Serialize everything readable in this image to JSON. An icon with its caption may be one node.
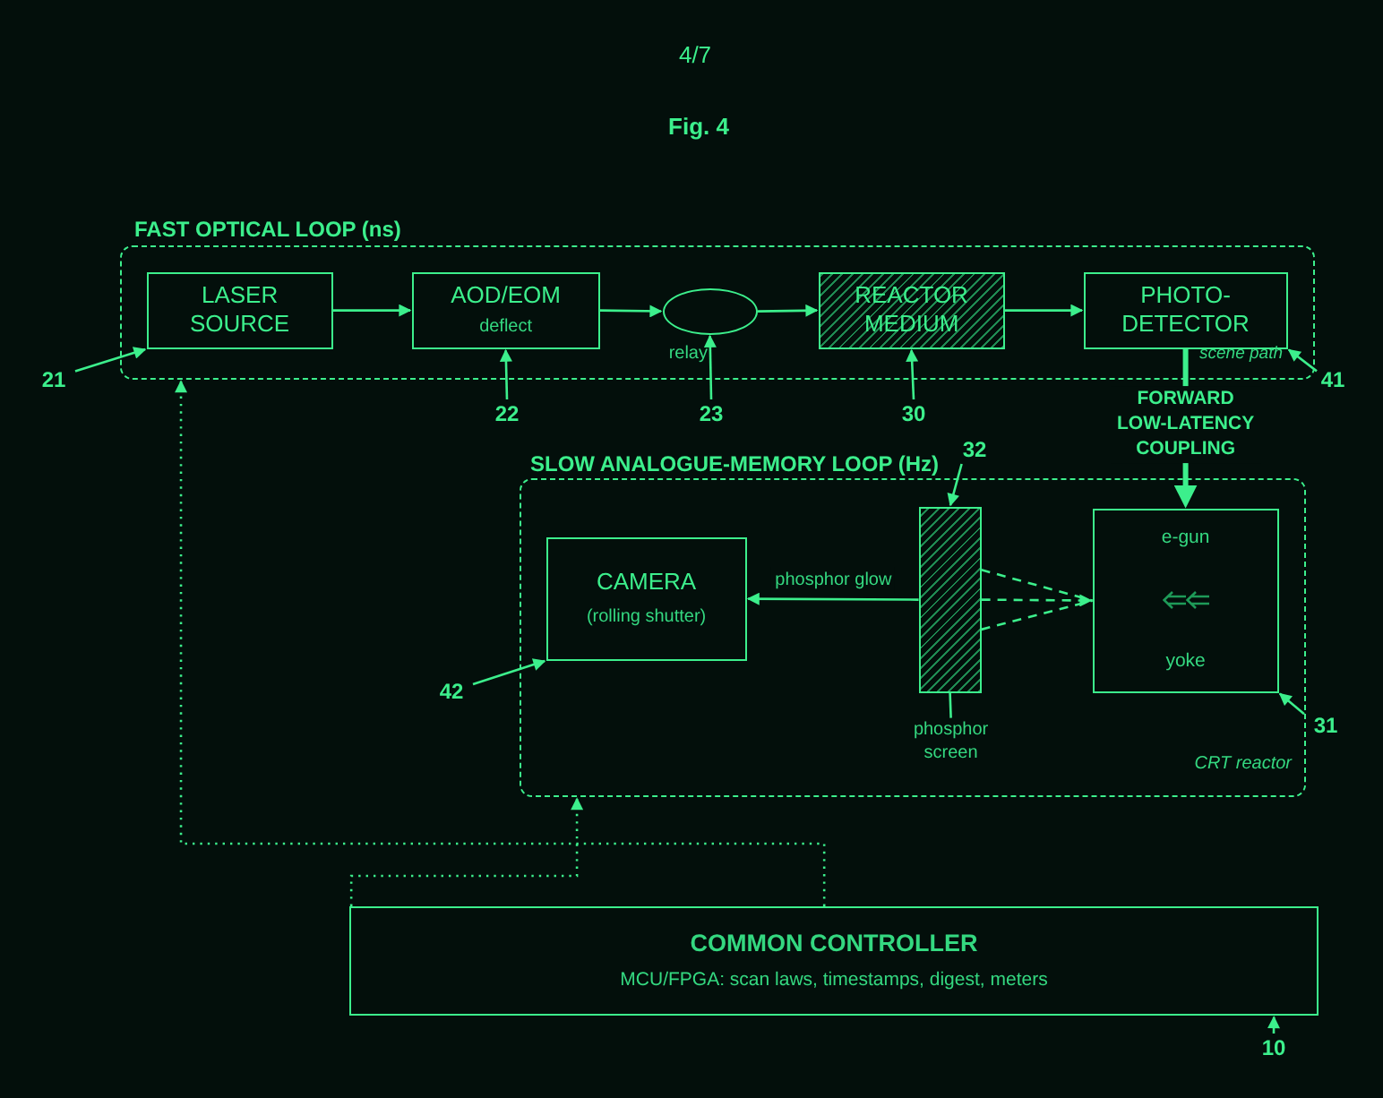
{
  "diagram": {
    "title": "Fig. 4",
    "nodes": [
      {
        "text": [
          "FAST OPTICAL LOOP (ns)",
          "scene path"
        ]
      },
      {
        "text": [
          "LASER SOURCE"
        ],
        "in": 0
      },
      {
        "text": [
          "AOD/EOM",
          "deflect"
        ],
        "in": 0
      },
      {
        "text": [],
        "shape": "ellipse",
        "beside": [
          "relay"
        ],
        "in": 0
      },
      {
        "text": [
          "REACTOR MEDIUM"
        ],
        "in": 0
      },
      {
        "text": [
          "PHOTO- DETECTOR"
        ],
        "in": 0
      },
      {
        "text": [
          "21"
        ]
      },
      {
        "text": [
          "22"
        ]
      },
      {
        "text": [
          "23"
        ]
      },
      {
        "text": [
          "30"
        ]
      },
      {
        "text": [
          "41"
        ]
      },
      {
        "text": [
          "32"
        ]
      },
      {
        "text": [
          "SLOW ANALOGUE-MEMORY LOOP (Hz)",
          "CRT reactor"
        ]
      },
      {
        "text": [
          "CAMERA",
          "(rolling shutter)"
        ],
        "in": 12
      },
      {
        "text": [],
        "shape": "bar",
        "in": 12
      },
      {
        "text": [
          "e-gun",
          "yoke"
        ],
        "in": 12
      },
      {
        "text": [
          "42"
        ]
      },
      {
        "text": [
          "phosphor screen"
        ],
        "in": 12
      },
      {
        "text": [
          "31"
        ]
      },
      {
        "text": [
          "COMMON CONTROLLER",
          "MCU/FPGA: scan laws, timestamps, digest, meters"
        ]
      },
      {
        "text": [
          "10"
        ]
      }
    ],
    "edges": [
      {
        "from": 1,
        "to": 2,
        "arrow": "to"
      },
      {
        "from": 2,
        "to": 3,
        "arrow": "to"
      },
      {
        "from": 3,
        "to": 4,
        "arrow": "to"
      },
      {
        "from": 4,
        "to": 5,
        "arrow": "to"
      },
      {
        "from": 5,
        "to": 15,
        "arrow": "to",
        "label": "FORWARD LOW-LATENCY COUPLING",
        "style": "thick"
      },
      {
        "from": 14,
        "to": 13,
        "arrow": "to",
        "label": "phosphor glow"
      },
      {
        "from": 14,
        "to": 15,
        "arrow": "none",
        "style": "dashed"
      },
      {
        "from": 14,
        "to": 15,
        "arrow": "to",
        "style": "dashed"
      },
      {
        "from": 14,
        "to": 15,
        "arrow": "none",
        "style": "dashed"
      },
      {
        "from": 17,
        "to": 14,
        "arrow": "none"
      },
      {
        "from": 6,
        "to": 1,
        "arrow": "to"
      },
      {
        "from": 7,
        "to": 2,
        "arrow": "to"
      },
      {
        "from": 8,
        "to": 3,
        "arrow": "to"
      },
      {
        "from": 9,
        "to": 4,
        "arrow": "to"
      },
      {
        "from": 10,
        "to": 5,
        "arrow": "to"
      },
      {
        "from": 11,
        "to": 14,
        "arrow": "to"
      },
      {
        "from": 16,
        "to": 13,
        "arrow": "to"
      },
      {
        "from": 18,
        "to": 15,
        "arrow": "to"
      },
      {
        "from": 20,
        "to": 19,
        "arrow": "to"
      },
      {
        "from": 19,
        "to": 12,
        "arrow": "to",
        "style": "dashed"
      },
      {
        "from": 19,
        "to": 0,
        "arrow": "to",
        "style": "dashed"
      }
    ],
    "labels": [
      "4/7"
    ]
  }
}
